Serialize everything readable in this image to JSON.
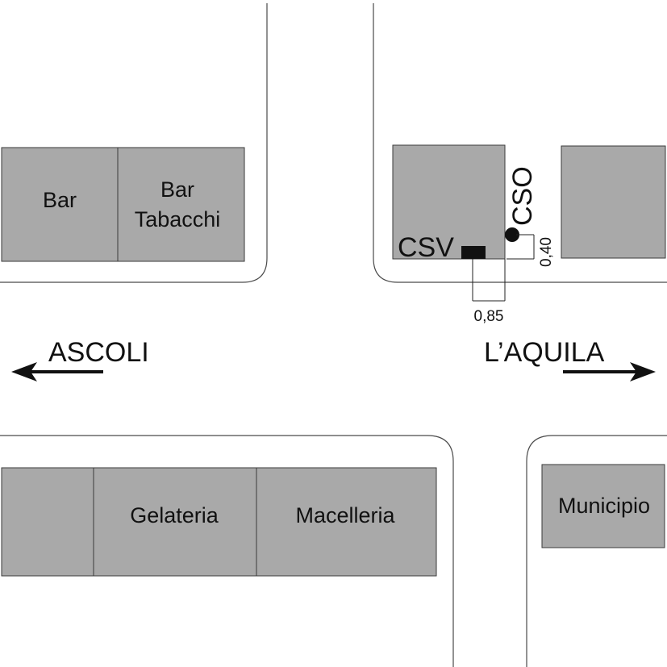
{
  "buildings": {
    "bar": "Bar",
    "bar_tabacchi_line1": "Bar",
    "bar_tabacchi_line2": "Tabacchi",
    "gelateria": "Gelateria",
    "macelleria": "Macelleria",
    "municipio": "Municipio"
  },
  "directions": {
    "west": "ASCOLI",
    "east": "L’AQUILA"
  },
  "sensors": {
    "csv": "CSV",
    "cso": "CSO"
  },
  "dimensions": {
    "horizontal": "0,85",
    "vertical": "0,40"
  },
  "colors": {
    "building_fill": "#a9a9a9",
    "marker": "#111111"
  }
}
